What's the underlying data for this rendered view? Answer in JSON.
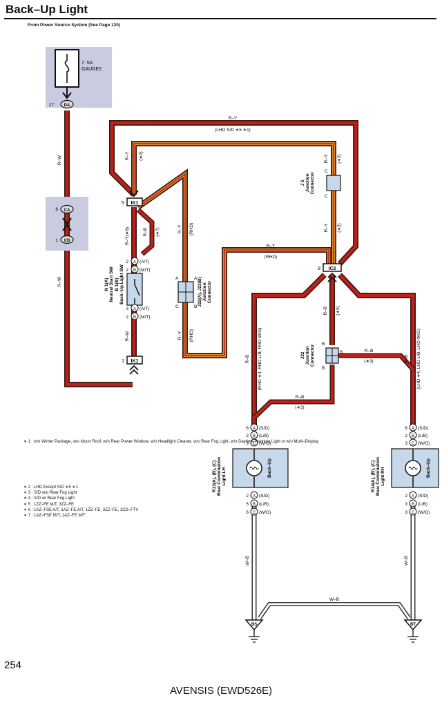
{
  "page": {
    "title": "Back–Up Light",
    "source": "From Power Source System (See Page 120)",
    "page_number": "254",
    "footer": "AVENSIS (EWD526E)"
  },
  "fuse": {
    "rating": "7. 5A",
    "name": "GAUGE2",
    "pin": "27",
    "connector": "DA"
  },
  "connectors": {
    "ca": {
      "pin": "8",
      "id": "CA"
    },
    "cd": {
      "pin": "1",
      "id": "CD"
    },
    "ik1_top": {
      "pin": "5",
      "id": "IK1"
    },
    "ik1_bottom": {
      "pin": "1",
      "id": "IK1"
    },
    "ic2": {
      "pin": "8",
      "id": "IC2"
    }
  },
  "switch": {
    "pins": [
      {
        "pin": "2",
        "letter": "A",
        "note": "(A/T)"
      },
      {
        "pin": "2",
        "letter": "B",
        "note": "(M/T)"
      },
      {
        "pin": "3",
        "letter": "A",
        "note": "(A/T)"
      },
      {
        "pin": "2",
        "letter": "B",
        "note": "(M/T)"
      }
    ],
    "label_lines": [
      "N 1(A)",
      "Neutral Start SW",
      "B 1(B)",
      "Back–Up Light SW"
    ]
  },
  "junction_j22": {
    "label_lines": [
      "J22(A), J23(B)",
      "Junction",
      "Connector"
    ],
    "pins": [
      "A",
      "A",
      "C",
      "B"
    ]
  },
  "junction_j5": {
    "label_lines": [
      "J 5",
      "Junction",
      "Connector"
    ],
    "pins": [
      "C",
      "C"
    ]
  },
  "junction_j32": {
    "label_lines": [
      "J32",
      "Junction",
      "Connector"
    ],
    "pins": [
      "B",
      "B",
      "B"
    ]
  },
  "lamp_lh": {
    "lamp_label": "Back–Up",
    "side_lines": [
      "R13(A), (B), (C)",
      "Rear Combination",
      "Light LH"
    ],
    "top_pins": [
      {
        "pin": "6",
        "letter": "A",
        "note": "(S/D)"
      },
      {
        "pin": "2",
        "letter": "B",
        "note": "(L/B)"
      },
      {
        "pin": "3",
        "letter": "C",
        "note": "(W/G)"
      }
    ],
    "bottom_pins": [
      {
        "pin": "2",
        "letter": "A",
        "note": "(S/D)"
      },
      {
        "pin": "5",
        "letter": "B",
        "note": "(L/B)"
      },
      {
        "pin": "6",
        "letter": "C",
        "note": "(W/G)"
      }
    ]
  },
  "lamp_rh": {
    "lamp_label": "Back–Up",
    "side_lines": [
      "R14(A), (B), (C)",
      "Rear Combination",
      "Light RH"
    ],
    "top_pins": [
      {
        "pin": "6",
        "letter": "A",
        "note": "(S/D)"
      },
      {
        "pin": "2",
        "letter": "B",
        "note": "(L/B)"
      },
      {
        "pin": "3",
        "letter": "C",
        "note": "(W/G)"
      }
    ],
    "bottom_pins": [
      {
        "pin": "2",
        "letter": "A",
        "note": "(S/D)"
      },
      {
        "pin": "3",
        "letter": "B",
        "note": "(L/B)"
      },
      {
        "pin": "3",
        "letter": "C",
        "note": "(W/G)"
      }
    ]
  },
  "grounds": {
    "left": "BS",
    "right": "BT"
  },
  "wires": {
    "rw_upper": "R–W",
    "rw_lower": "R–W",
    "rw_switch": "R–W",
    "ry_top": "R–Y",
    "ry_top_note": "(LHD S/D ∗5 ∗1)",
    "ry_left_top": "R–Y",
    "ry_left_note": "(∗2)",
    "ry_right_top": "R–Y",
    "ry_right_note": "(∗2)",
    "ry_right_mid": "R–Y",
    "ry_right_mid_note": "(∗2)",
    "ry_switch": "R–Y(∗6)",
    "rb_switch": "R–B",
    "rb_switch_note": "(∗7)",
    "ry_rhd": "R–Y",
    "ry_rhd_note": "(RHD)",
    "ry_rhd_low": "R–Y",
    "ry_rhd_low_note": "(RHD)",
    "ry_mid": "R–Y",
    "ry_mid_note": "(RHD)",
    "rb_ic2": "R–B",
    "rb_ic2_note": "(∗3)",
    "rb_j32": "R–B",
    "rb_j32_note": "(∗3)",
    "rb_left": "R–B",
    "rb_left_note": "(RHD ∗4, RHD L/B, RHD W/G)",
    "rb_bottom": "R–B",
    "rb_bottom_note": "(∗3)",
    "rb_right": "R–B",
    "rb_right_note": "(LHD ∗4, LHD L/B, LHD W/G)",
    "wb_left": "W–B",
    "wb_right": "W–B",
    "wb_ground": "W–B"
  },
  "notes": {
    "n1": "∗ 1 : w/o Winter Package,  w/o Moon Roof,  w/o Rear Power Window,  w/o Headlight Cleaner,  w/o Rear Fog Light,  w/o Daytime Running Light or w/o Multi–Display",
    "n2": "∗ 2 : LHD Except S/D ∗5 ∗1",
    "n3": "∗ 3 : S/D w/o Rear Fog Light",
    "n4": "∗ 4 : S/D w/ Rear Fog Light",
    "n5": "∗ 5 : 1ZZ–FE M/T,  3ZZ–FE",
    "n6": "∗ 6 : 1AZ–FSE A/T,  1AZ–FE A/T,  1ZZ–FE,  3ZZ–FE,  1CD–FTV",
    "n7": "∗ 7 : 1AZ–FSE M/T,  1AZ–FE M/T"
  },
  "colors": {
    "red_wire": "#c0201c",
    "wire_outline": "#3a1a12",
    "orange_band": "#e08a2a",
    "component_fill": "#c6d8ea",
    "fuse_fill": "#c9cce0",
    "white_wire": "#ffffff"
  }
}
